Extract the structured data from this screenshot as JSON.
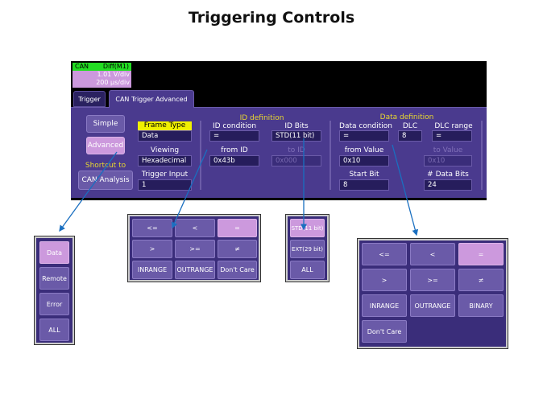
{
  "title": "Triggering Controls",
  "channel": {
    "name": "CAN",
    "source": "Diff(M1)",
    "vdiv": "1.01 V/div",
    "tdiv": "200 µs/div"
  },
  "tabs": [
    {
      "label": "Trigger"
    },
    {
      "label": "CAN Trigger Advanced",
      "active": true
    }
  ],
  "mode_buttons": {
    "simple": "Simple",
    "advanced": "Advanced",
    "shortcut_label": "Shortcut to",
    "can_analysis": "CAN Analysis"
  },
  "frame": {
    "frame_type_label": "Frame Type",
    "frame_type_value": "Data",
    "viewing_label": "Viewing",
    "viewing_value": "Hexadecimal",
    "trigger_input_label": "Trigger Input",
    "trigger_input_value": "1"
  },
  "id_definition": {
    "header": "ID definition",
    "condition_label": "ID condition",
    "condition_value": "=",
    "bits_label": "ID Bits",
    "bits_value": "STD(11 bit)",
    "from_label": "from ID",
    "from_value": "0x43b",
    "to_label": "to ID",
    "to_value": "0x000"
  },
  "data_definition": {
    "header": "Data definition",
    "condition_label": "Data condition",
    "condition_value": "=",
    "dlc_label": "DLC",
    "dlc_value": "8",
    "dlc_range_label": "DLC range",
    "dlc_range_value": "=",
    "from_label": "from Value",
    "from_value": "0x10",
    "to_label": "to Value",
    "to_value": "0x10",
    "start_bit_label": "Start Bit",
    "start_bit_value": "8",
    "num_bits_label": "# Data Bits",
    "num_bits_value": "24"
  },
  "popups": {
    "frame_type": {
      "options": [
        "Data",
        "Remote",
        "Error",
        "ALL"
      ],
      "selected": "Data"
    },
    "id_condition": {
      "options": [
        "<=",
        "<",
        "=",
        ">",
        ">=",
        "≠",
        "INRANGE",
        "OUTRANGE",
        "Don't Care"
      ],
      "selected": "="
    },
    "id_bits": {
      "options": [
        "STD(11 bit)",
        "EXT(29 bit)",
        "ALL"
      ],
      "selected": "STD(11 bit)"
    },
    "data_condition": {
      "options": [
        "<=",
        "<",
        "=",
        ">",
        ">=",
        "≠",
        "INRANGE",
        "OUTRANGE",
        "BINARY",
        "Don't Care"
      ],
      "selected": "="
    }
  },
  "colors": {
    "panel": "#4a3a8e",
    "button": "#6a5aa8",
    "selected": "#cc99dd",
    "header_yellow": "#e8d830",
    "frame_type_bg": "#f0f000",
    "arrow": "#1a6fc0"
  }
}
